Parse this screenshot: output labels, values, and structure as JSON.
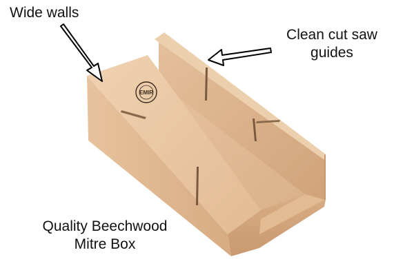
{
  "annotations": {
    "wide_walls": "Wide walls",
    "clean_cut_line1": "Clean cut saw",
    "clean_cut_line2": "guides"
  },
  "caption": {
    "line1": "Quality Beechwood",
    "line2": "Mitre Box"
  },
  "brand_stamp": "EMIR",
  "colors": {
    "wood_light": "#e9c8a4",
    "wood_mid": "#dcb48d",
    "wood_dark": "#c99a70",
    "arrow_fill": "#ffffff",
    "arrow_stroke": "#000000"
  }
}
